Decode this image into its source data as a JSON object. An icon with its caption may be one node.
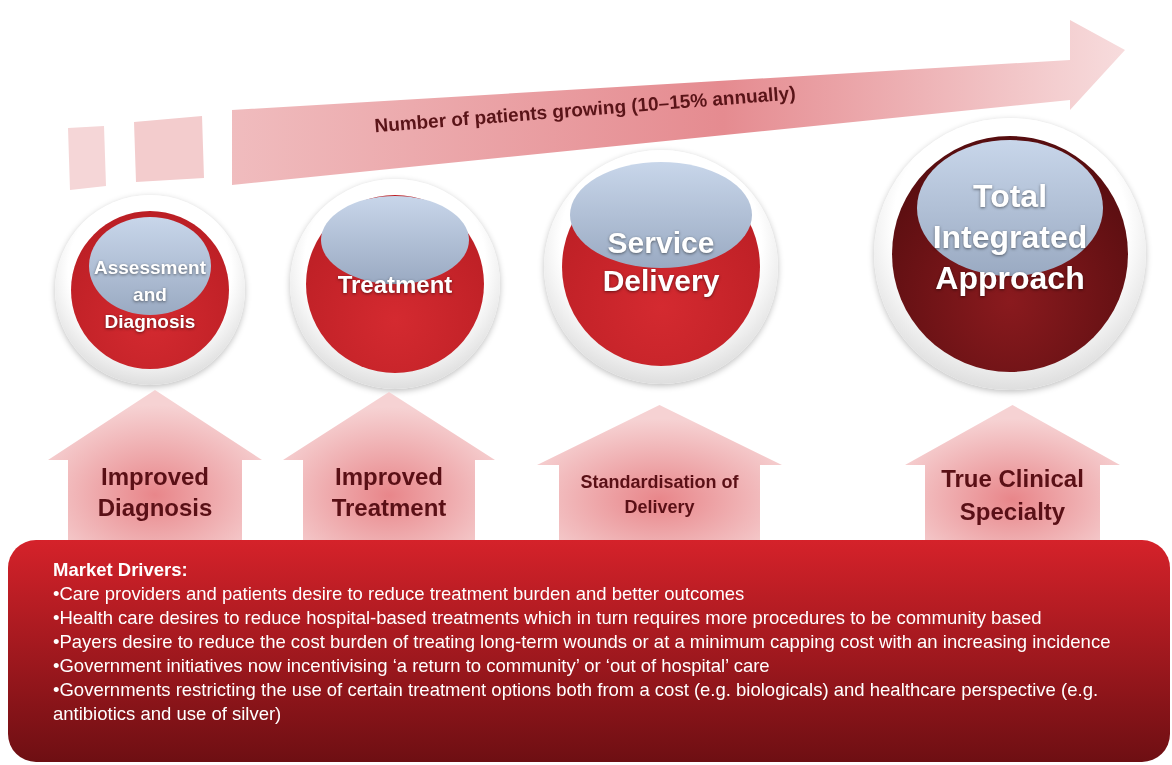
{
  "diagram": {
    "nodes": [
      {
        "text": [
          "Number of patients growing (10–15% annually)"
        ]
      },
      {
        "text": [
          "Assessment and Diagnosis"
        ]
      },
      {
        "text": [
          "Treatment"
        ]
      },
      {
        "text": [
          "Service Delivery"
        ]
      },
      {
        "text": [
          "Total Integrated Approach"
        ]
      },
      {
        "text": [
          "Improved Diagnosis"
        ]
      },
      {
        "text": [
          "Improved Treatment"
        ]
      },
      {
        "text": [
          "Standardisation of Delivery"
        ]
      },
      {
        "text": [
          "True Clinical Specialty"
        ]
      },
      {
        "text": [
          "Market Drivers:",
          "•Care providers and patients desire to reduce treatment burden and better outcomes",
          "•Health care desires to reduce hospital-based treatments which in turn requires more procedures to be community based",
          "•Payers desire to reduce the cost burden of treating long-term wounds or at a minimum capping cost with an increasing incidence",
          "•Government initiatives now incentivising ‘a return to community’ or ‘out of hospital’ care",
          "•Governments restricting the use of certain treatment options both from a cost (e.g. biologicals) and healthcare perspective (e.g. antibiotics and use of silver)"
        ]
      }
    ],
    "edges": [
      {
        "from": 9,
        "to": 1,
        "arrow": "to"
      },
      {
        "from": 9,
        "to": 2,
        "arrow": "to"
      },
      {
        "from": 9,
        "to": 3,
        "arrow": "to"
      },
      {
        "from": 9,
        "to": 4,
        "arrow": "to"
      }
    ]
  }
}
